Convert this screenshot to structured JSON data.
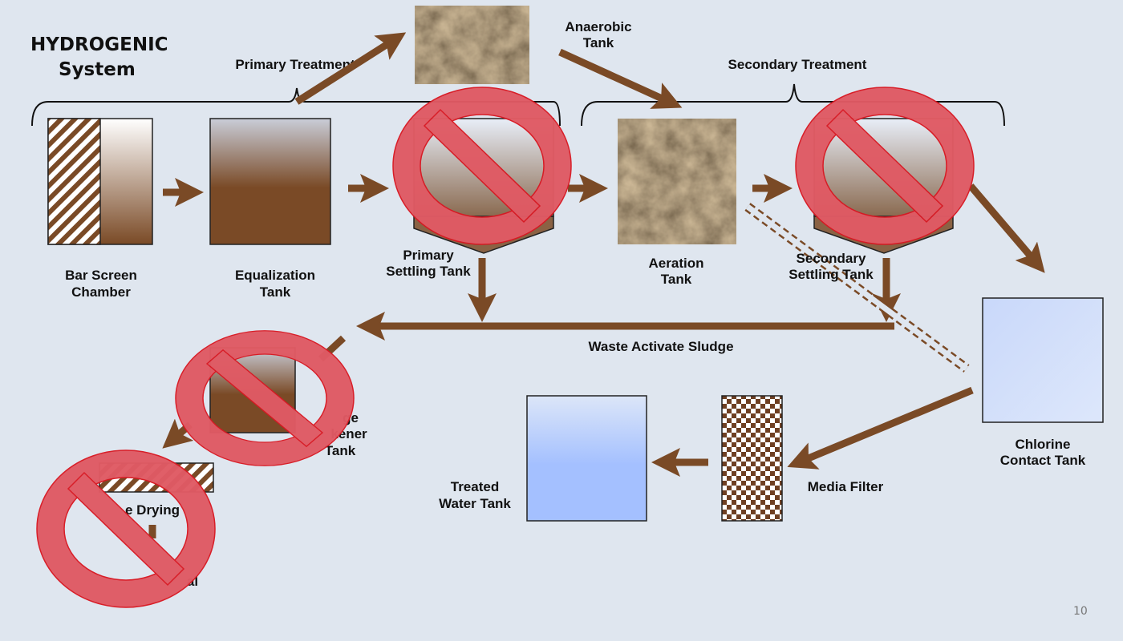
{
  "title": {
    "line1": "HYDROGENIC",
    "line2": "System"
  },
  "sections": {
    "primary": "Primary Treatment",
    "secondary": "Secondary Treatment"
  },
  "tanks": {
    "bar_screen": [
      "Bar Screen",
      "Chamber"
    ],
    "equalization": [
      "Equalization",
      "Tank"
    ],
    "primary_settling": [
      "Primary",
      "Settling Tank"
    ],
    "anaerobic": [
      "Anaerobic",
      "Tank"
    ],
    "aeration": [
      "Aeration",
      "Tank"
    ],
    "secondary_settling": [
      "Secondary",
      "Settling Tank"
    ],
    "chlorine": [
      "Chlorine",
      "Contact Tank"
    ],
    "media_filter": [
      "Media Filter"
    ],
    "treated_water": [
      "Treated",
      "Water Tank"
    ],
    "thickener_fragments": [
      "ge",
      "kener",
      "Tank"
    ],
    "drying_fragment": "e Drying",
    "disposal_fragment": "al"
  },
  "flows": {
    "waste_sludge": "Waste Activate Sludge"
  },
  "page_number": "10",
  "colors": {
    "brown": "#7a4a26",
    "prohibition_fill": "#e05a64",
    "prohibition_stroke": "#d81822",
    "background": "#dfe6ef",
    "treated_water": "#a4c0ff",
    "chlorine": "#d0dffc"
  },
  "icons": {
    "prohibited": "prohibition-sign-icon"
  }
}
